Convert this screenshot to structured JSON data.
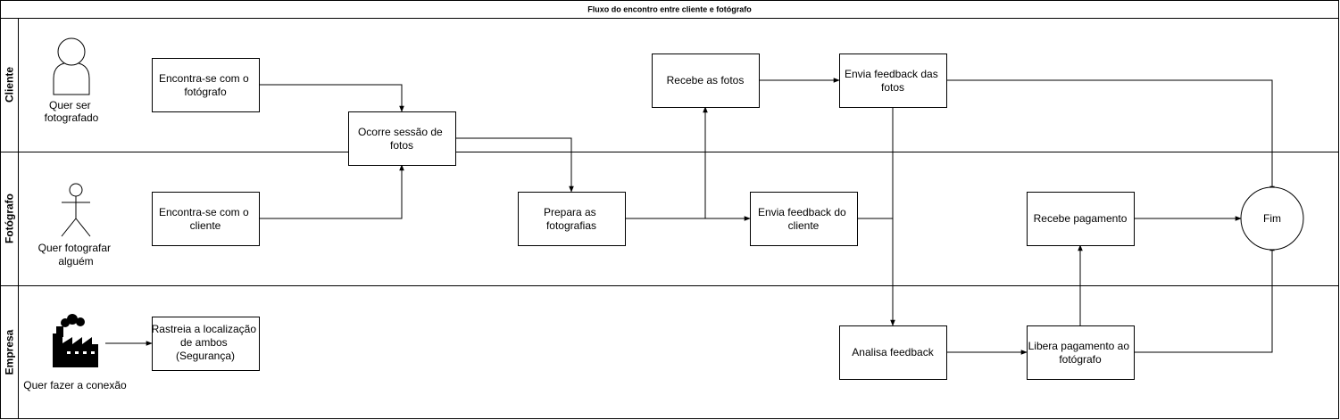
{
  "diagram": {
    "title": "Fluxo do encontro entre cliente e fotógrafo",
    "lanes": [
      {
        "id": "cliente",
        "label": "Cliente"
      },
      {
        "id": "fotografo",
        "label": "Fotógrafo"
      },
      {
        "id": "empresa",
        "label": "Empresa"
      }
    ],
    "actors": {
      "cliente": [
        "Quer ser",
        "fotografado"
      ],
      "fotografo": [
        "Quer fotografar",
        "alguém"
      ],
      "empresa": [
        "Quer fazer a conexão"
      ]
    },
    "steps": {
      "cliente_encontra": [
        "Encontra-se com o",
        "fotógrafo"
      ],
      "sessao": [
        "Ocorre sessão de",
        "fotos"
      ],
      "recebe_fotos": [
        "Recebe as fotos"
      ],
      "envia_feedback_fotos": [
        "Envia feedback das",
        "fotos"
      ],
      "fotografo_encontra": [
        "Encontra-se com o",
        "cliente"
      ],
      "prepara": [
        "Prepara as",
        "fotografias"
      ],
      "envia_feedback_cliente": [
        "Envia feedback do",
        "cliente"
      ],
      "recebe_pagamento": [
        "Recebe pagamento"
      ],
      "rastreia": [
        "Rastreia a localização",
        "de ambos",
        "(Segurança)"
      ],
      "analisa": [
        "Analisa feedback"
      ],
      "libera": [
        "Libera pagamento ao",
        "fotógrafo"
      ],
      "fim": [
        "Fim"
      ]
    },
    "colors": {
      "stroke": "#000000",
      "background": "#ffffff",
      "icon": "#000000"
    }
  }
}
